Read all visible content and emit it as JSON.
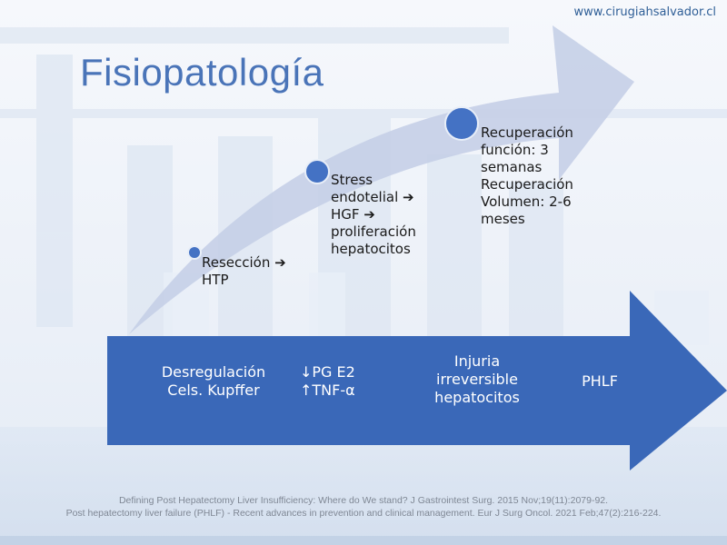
{
  "header": {
    "site_url": "www.cirugiahsalvador.cl",
    "title": "Fisiopatología"
  },
  "curved_arrow_steps": [
    {
      "text": "Resección ➔\nHTP"
    },
    {
      "text": "Stress\nendotelial ➔\nHGF ➔\nproliferación\nhepatocitos"
    },
    {
      "text": "Recuperación\nfunción: 3\nsemanas\nRecuperación\nVolumen: 2-6\nmeses"
    }
  ],
  "band_items": [
    {
      "text": "Desregulación\nCels. Kupffer"
    },
    {
      "text": "↓PG E2\n↑TNF-α"
    },
    {
      "text": "Injuria\nirreversible\nhepatocitos"
    },
    {
      "text": "PHLF"
    }
  ],
  "references": [
    "Defining Post Hepatectomy Liver Insufficiency: Where do We stand? J Gastrointest Surg. 2015 Nov;19(11):2079-92.",
    "Post hepatectomy liver failure (PHLF) - Recent advances in prevention and clinical management. Eur J Surg Oncol. 2021 Feb;47(2):216-224."
  ],
  "colors": {
    "accent_blue": "#4472c4",
    "band_blue": "#3a68b8",
    "curved_arrow": "#c5cfe7",
    "title_blue": "#4a74b8"
  }
}
